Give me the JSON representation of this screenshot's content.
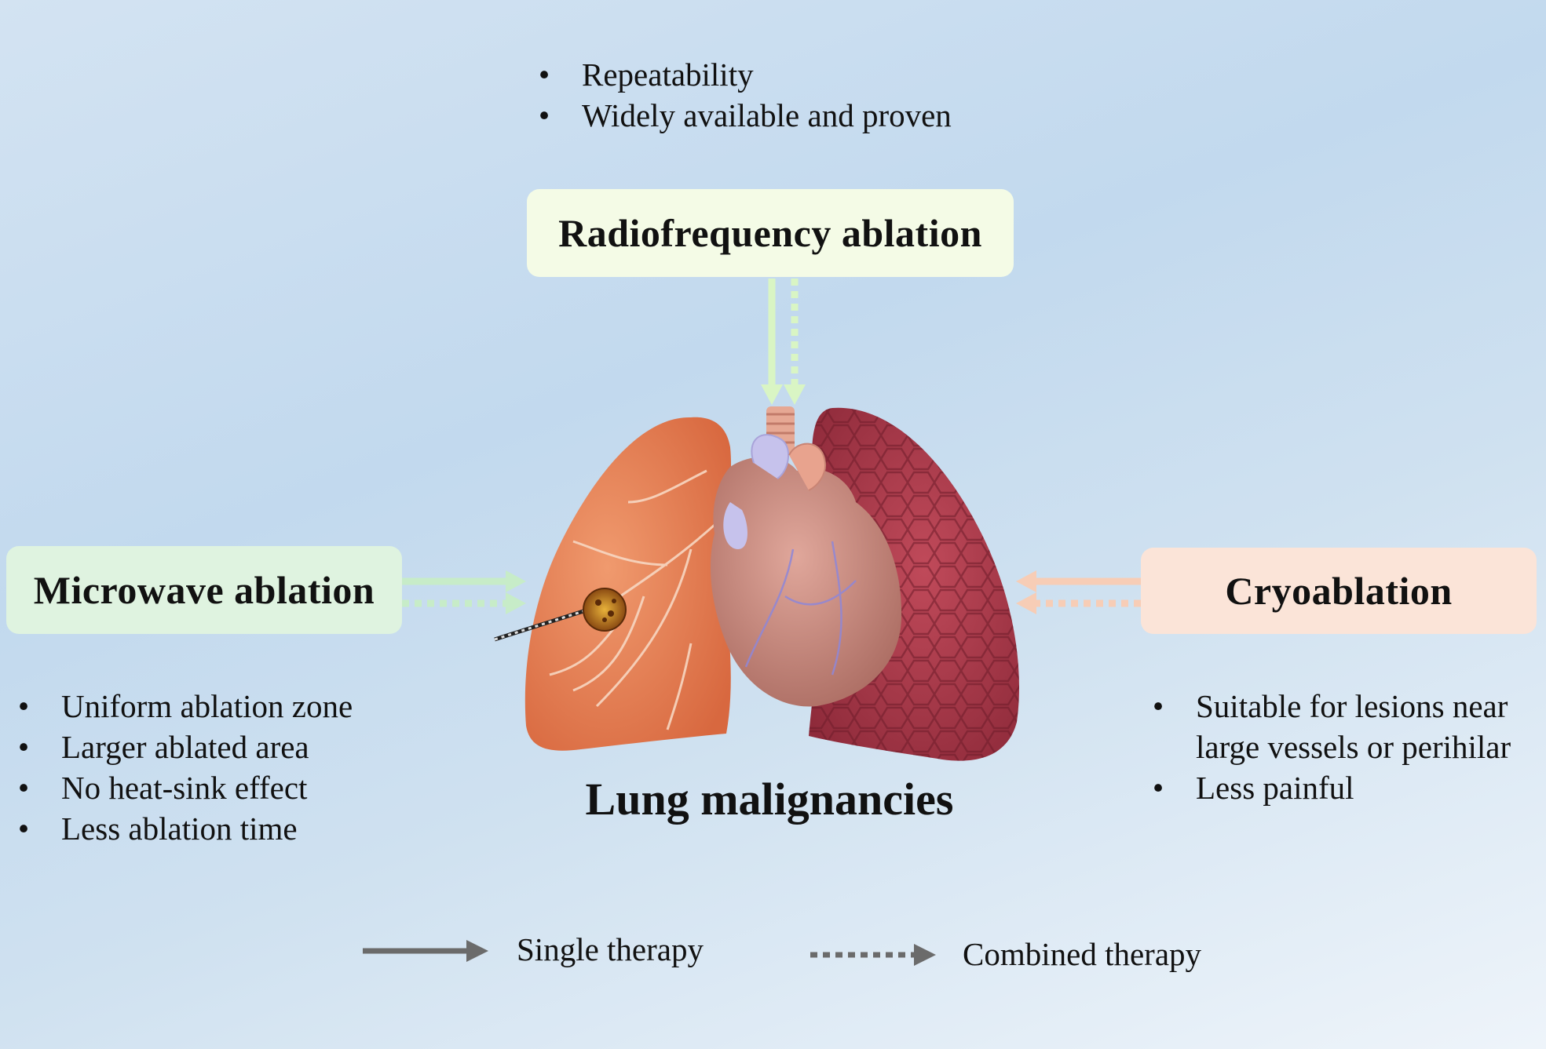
{
  "rfa": {
    "title": "Radiofrequency ablation",
    "bullets": [
      "Repeatability",
      "Widely available and proven"
    ]
  },
  "mwa": {
    "title": "Microwave ablation",
    "bullets": [
      "Uniform ablation zone",
      "Larger ablated area",
      "No heat-sink effect",
      "Less ablation time"
    ]
  },
  "cryo": {
    "title": "Cryoablation",
    "bullets": [
      "Suitable for lesions near large vessels or perihilar",
      "Less painful"
    ]
  },
  "center": {
    "title": "Lung malignancies"
  },
  "legend": {
    "single": "Single therapy",
    "combined": "Combined therapy"
  },
  "colors": {
    "rfa_arrow": "#d9f5c4",
    "mwa_arrow": "#c7ecc8",
    "cryo_arrow": "#f7cdb6",
    "legend_arrow": "#6b6b6b",
    "left_lung": "#e07b52",
    "right_lung": "#a8384a",
    "heart": "#c98c7f"
  },
  "icons": {
    "lungs": "lungs-heart-illustration",
    "probe": "ablation-probe-icon",
    "tumor": "tumor-lesion-icon"
  }
}
